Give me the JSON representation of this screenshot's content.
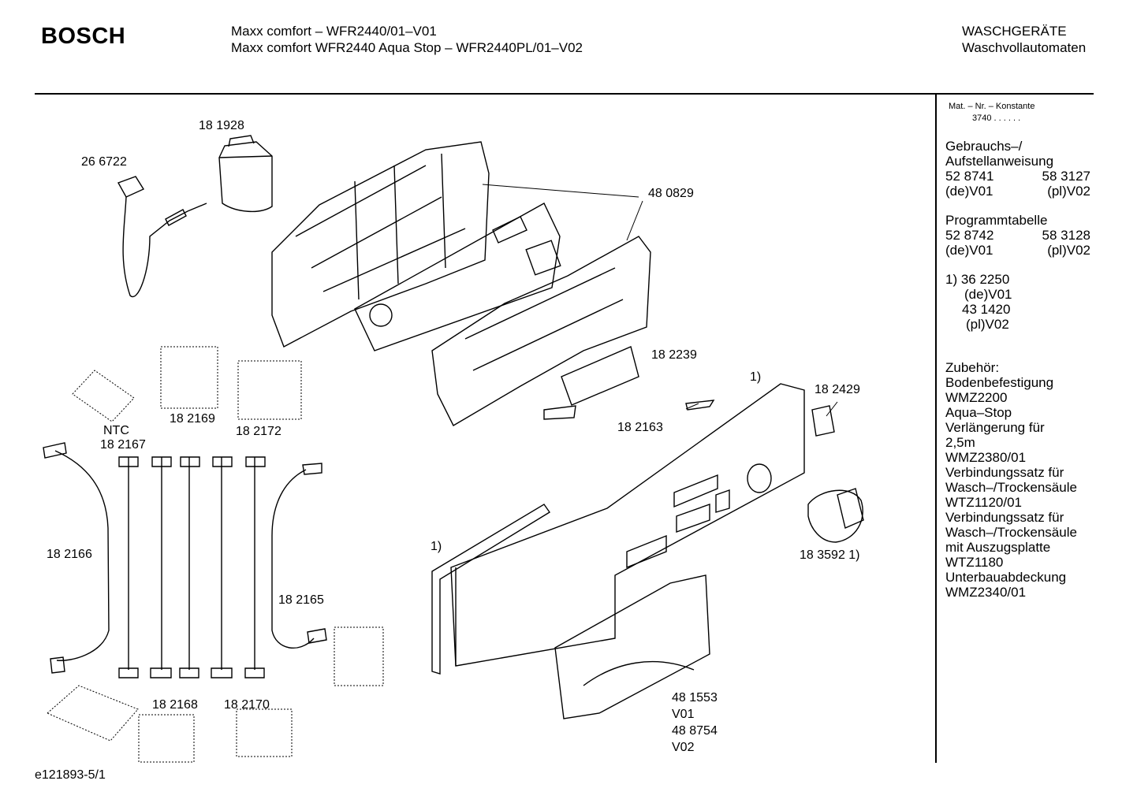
{
  "header": {
    "brand": "BOSCH",
    "model_line_1": "Maxx comfort – WFR2440/01–V01",
    "model_line_2": "Maxx comfort WFR2440 Aqua Stop – WFR2440PL/01–V02",
    "category_line_1": "WASCHGERÄTE",
    "category_line_2": "Waschvollautomaten"
  },
  "sidebar": {
    "mat_label": "Mat. – Nr. – Konstante",
    "mat_value": "3740  .  .    .  .  .  .",
    "gebrauch": {
      "title_1": "Gebrauchs–/",
      "title_2": "Aufstellanweisung",
      "num_de": "52 8741",
      "num_pl": "58 3127",
      "ver_de": "(de)V01",
      "ver_pl": "(pl)V02"
    },
    "programm": {
      "title": "Programmtabelle",
      "num_de": "52 8742",
      "num_pl": "58 3128",
      "ver_de": "(de)V01",
      "ver_pl": "(pl)V02"
    },
    "footnote": {
      "line_1": "1)  36 2250",
      "line_2": "(de)V01",
      "line_3": "43 1420",
      "line_4": "(pl)V02"
    },
    "zubehoer": [
      "Zubehör:",
      "Bodenbefestigung",
      "WMZ2200",
      "Aqua–Stop",
      "Verlängerung für",
      "2,5m",
      "WMZ2380/01",
      "Verbindungssatz für",
      "Wasch–/Trockensäule",
      "WTZ1120/01",
      "Verbindungssatz für",
      "Wasch–/Trockensäule",
      "mit  Auszugsplatte",
      "WTZ1180",
      "Unterbauabdeckung",
      "WMZ2340/01"
    ]
  },
  "parts": {
    "p266722": "26 6722",
    "p181928": "18 1928",
    "p480829": "48 0829",
    "p182239": "18 2239",
    "fn1_top": "1)",
    "p182429": "18 2429",
    "p182163": "18 2163",
    "ntc": "NTC",
    "p182167": "18 2167",
    "p182169": "18 2169",
    "p182172": "18 2172",
    "p182166": "18 2166",
    "p182165": "18 2165",
    "fn1_left": "1)",
    "p183592": "18 3592 1)",
    "p182168": "18 2168",
    "p182170": "18 2170",
    "p481553": "48 1553",
    "v01": "V01",
    "p488754": "48 8754",
    "v02": "V02"
  },
  "footer": {
    "drawing_id": "e121893-5/1"
  }
}
